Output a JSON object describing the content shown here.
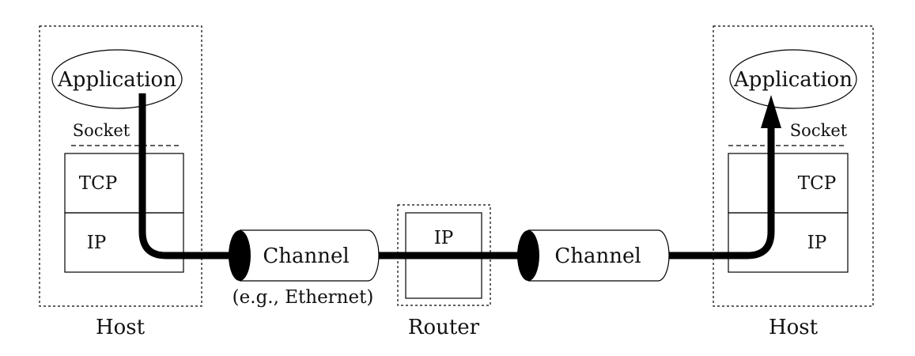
{
  "left_host": {
    "application": "Application",
    "socket": "Socket",
    "tcp": "TCP",
    "ip": "IP",
    "label": "Host"
  },
  "channel_left": {
    "label": "Channel",
    "note": "(e.g., Ethernet)"
  },
  "router": {
    "ip": "IP",
    "label": "Router"
  },
  "channel_right": {
    "label": "Channel"
  },
  "right_host": {
    "application": "Application",
    "socket": "Socket",
    "tcp": "TCP",
    "ip": "IP",
    "label": "Host"
  },
  "colors": {
    "line": "#000000",
    "background": "#ffffff"
  }
}
